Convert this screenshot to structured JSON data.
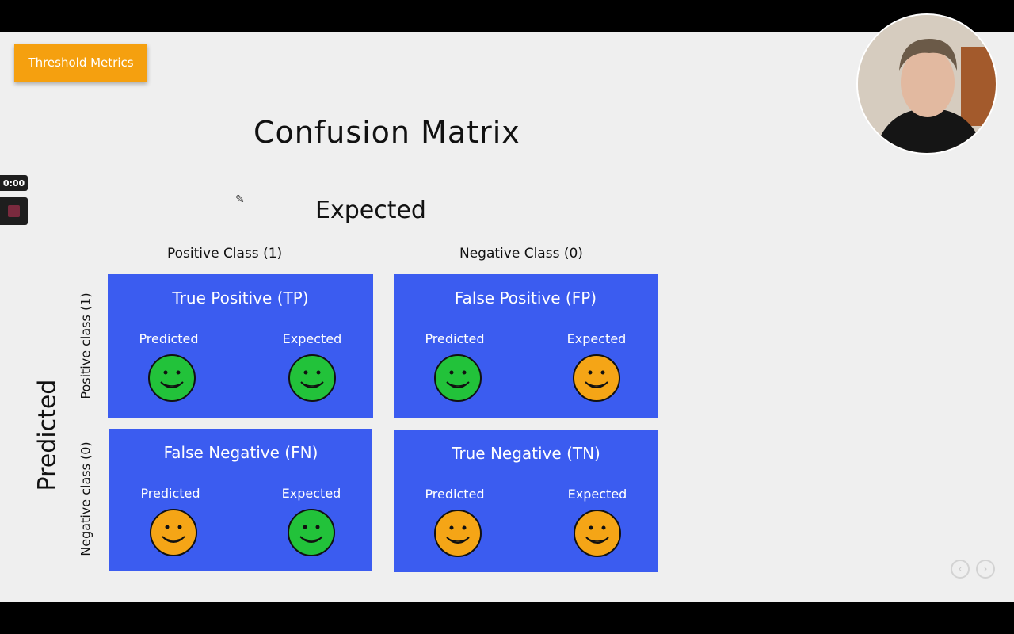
{
  "tag": "Threshold Metrics",
  "title": "Confusion Matrix",
  "axis": {
    "expected": "Expected",
    "predicted": "Predicted"
  },
  "columns": [
    "Positive Class (1)",
    "Negative Class (0)"
  ],
  "rows": [
    "Positive class (1)",
    "Negative class (0)"
  ],
  "cells": [
    {
      "title": "True Positive (TP)",
      "left_label": "Predicted",
      "right_label": "Expected",
      "left_face": "green",
      "right_face": "green"
    },
    {
      "title": "False Positive (FP)",
      "left_label": "Predicted",
      "right_label": "Expected",
      "left_face": "green",
      "right_face": "orange"
    },
    {
      "title": "False Negative (FN)",
      "left_label": "Predicted",
      "right_label": "Expected",
      "left_face": "orange",
      "right_face": "green"
    },
    {
      "title": "True Negative (TN)",
      "left_label": "Predicted",
      "right_label": "Expected",
      "left_face": "orange",
      "right_face": "orange"
    }
  ],
  "colors": {
    "cell": "#3b5cf0",
    "green": "#22c23a",
    "orange": "#f5a516",
    "tag": "#f5a00f"
  },
  "recorder": {
    "time": "0:00"
  },
  "nav": {
    "prev_icon": "chevron-left-icon",
    "next_icon": "chevron-right-icon"
  }
}
